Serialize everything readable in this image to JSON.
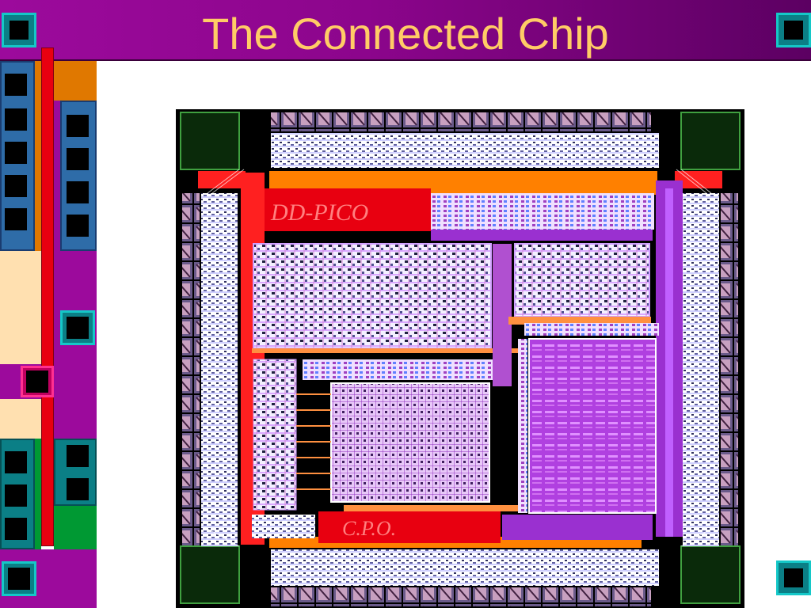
{
  "slide": {
    "title": "The Connected Chip"
  },
  "colors": {
    "title_bg": "#8c058c",
    "title_text": "#ffcc66",
    "teal": "#0b7f86",
    "blue": "#2e6ca8",
    "orange": "#e07800",
    "purple": "#9c0a9c",
    "red": "#e80010",
    "cream": "#ffe0b0",
    "green": "#009933"
  },
  "icons": {
    "title_left": "teal-square-icon",
    "title_right": "teal-square-icon",
    "bottom_right": "teal-square-icon"
  },
  "chip_image": {
    "labels": [
      "DD-PICO",
      "C.P.O."
    ]
  }
}
